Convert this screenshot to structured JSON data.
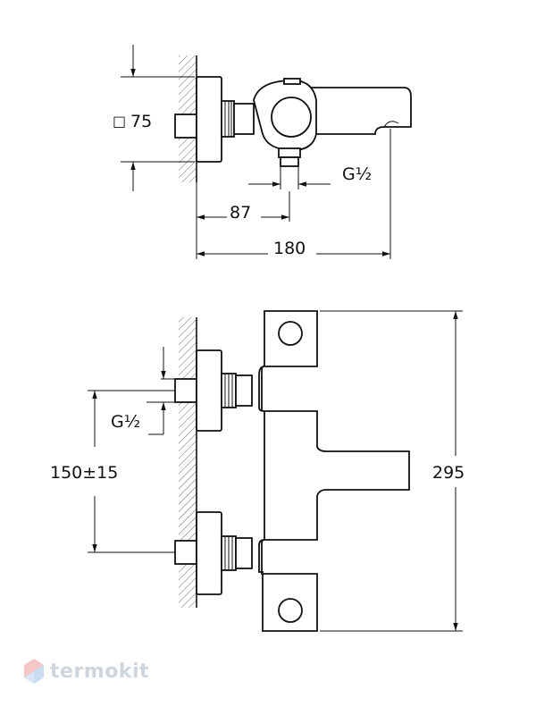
{
  "top_view": {
    "square_size": "75",
    "square_symbol": "□",
    "thread": "G½",
    "dim_center": "87",
    "dim_total": "180"
  },
  "front_view": {
    "thread": "G½",
    "spacing": "150±15",
    "height": "295"
  },
  "watermark": {
    "text": "termokit"
  }
}
